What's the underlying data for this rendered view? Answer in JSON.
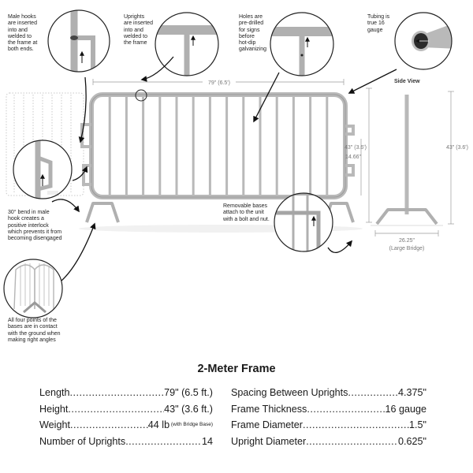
{
  "callouts": {
    "male_hooks": [
      "Male hooks",
      "are inserted",
      "into and",
      "welded to",
      "the frame at",
      "both ends."
    ],
    "uprights": [
      "Uprights",
      "are inserted",
      "into and",
      "welded to",
      "the frame"
    ],
    "holes": [
      "Holes are",
      "pre-drilled",
      "for signs",
      "before",
      "hot-dip",
      "galvanizing"
    ],
    "tubing": [
      "Tubing is",
      "true 16",
      "gauge"
    ],
    "bend": [
      "30° bend in male",
      "hook creates a",
      "positive interlock",
      "which prevents it from",
      "becoming disengaged"
    ],
    "bases": [
      "Removable bases",
      "attach to the unit",
      "with a bolt and nut."
    ],
    "four_points": [
      "All four points of the",
      "bases are in contact",
      "with the ground when",
      "making right angles"
    ]
  },
  "dimensions": {
    "length": "79\" (6.5')",
    "height_front": "43\" (3.6')",
    "clearance": "14.66\"",
    "side_view_title": "Side View",
    "height_side": "43\" (3.6')",
    "base_width": "26.25\"",
    "base_note": "(Large Bridge)"
  },
  "specs": {
    "title": "2-Meter Frame",
    "left": [
      {
        "label": "Length",
        "value": "79\" (6.5 ft.)",
        "note": ""
      },
      {
        "label": "Height",
        "value": "43\" (3.6 ft.)",
        "note": ""
      },
      {
        "label": "Weight",
        "value": "44 lb",
        "note": "(with Bridge Base)"
      },
      {
        "label": "Number of Uprights",
        "value": "14",
        "note": ""
      }
    ],
    "right": [
      {
        "label": "Spacing Between Uprights",
        "value": "4.375\"",
        "note": ""
      },
      {
        "label": "Frame Thickness",
        "value": "16 gauge",
        "note": ""
      },
      {
        "label": "Frame Diameter",
        "value": "1.5\"",
        "note": ""
      },
      {
        "label": "Upright Diameter",
        "value": "0.625\"",
        "note": ""
      }
    ]
  },
  "colors": {
    "frame": "#b9b9b9",
    "frame_dark": "#8f8f8f",
    "ghost": "#c8c8c8",
    "arrow": "#111111"
  },
  "barrier": {
    "upright_count": 14
  }
}
